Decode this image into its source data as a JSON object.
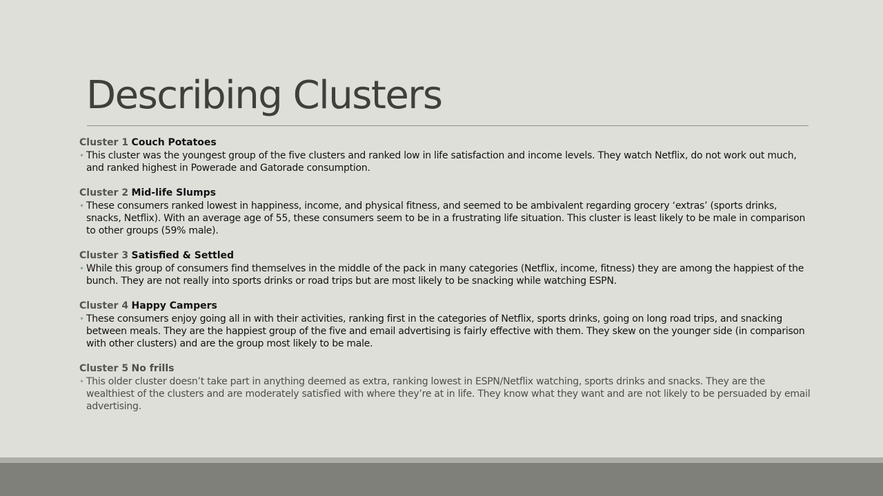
{
  "slide": {
    "title": "Describing Clusters",
    "colors": {
      "background": "#dfdfda",
      "title": "#3f3f3b",
      "bullet_marker": "#8fa99c",
      "footer_band": "#aeaea9",
      "footer_bar": "#80807a"
    }
  },
  "clusters": [
    {
      "number": "Cluster 1",
      "name": "Couch Potatoes",
      "text": "This cluster was the youngest group of the five clusters and ranked low in life satisfaction and income levels. They watch Netflix, do not work out much, and ranked highest in Powerade and Gatorade consumption."
    },
    {
      "number": "Cluster 2",
      "name": "Mid-life Slumps",
      "text": "These consumers ranked lowest in happiness, income, and physical fitness, and seemed to be ambivalent regarding grocery ‘extras’ (sports drinks, snacks, Netflix). With an average age of 55, these consumers seem to be in a frustrating life situation. This cluster is least likely to be male in comparison to other groups (59% male)."
    },
    {
      "number": "Cluster 3",
      "name": "Satisfied & Settled",
      "text": "While this group of consumers find themselves in the middle of the pack in many categories (Netflix, income, fitness) they are among the happiest of the bunch. They are not really into sports drinks or road trips but are most likely to be snacking while watching ESPN."
    },
    {
      "number": "Cluster 4",
      "name": "Happy Campers",
      "text": "These consumers enjoy going all in with their activities, ranking first in the categories of Netflix, sports drinks, going on long road trips, and snacking between meals. They are the happiest group of the five and email advertising is fairly effective with them. They skew on the younger side (in comparison with other clusters) and are the group most likely to be male."
    },
    {
      "number": "Cluster 5",
      "name": "No frills",
      "text": "This older cluster doesn’t take part in anything deemed as extra, ranking lowest in ESPN/Netflix watching, sports drinks and snacks. They are the wealthiest of the clusters and are moderately satisfied with where they’re at in life. They know what they want and are not likely to be persuaded by email advertising."
    }
  ]
}
